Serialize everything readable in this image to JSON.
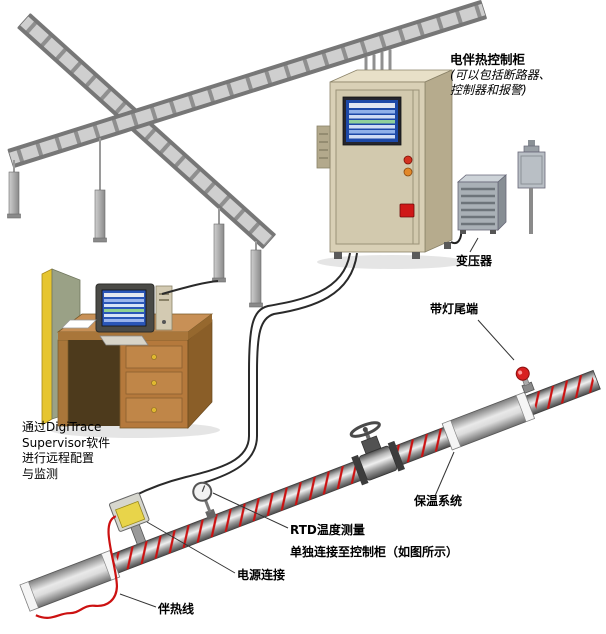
{
  "labels": {
    "cabinet_title": "电伴热控制柜",
    "cabinet_note_line1": "(可以包括断路器、",
    "cabinet_note_line2": "控制器和报警)",
    "transformer": "变压器",
    "lighted_end_seal": "带灯尾端",
    "software_line1": "通过DigiTrace",
    "software_line2": "Supervisor软件",
    "software_line3": "进行远程配置",
    "software_line4": "与监测",
    "insulation_system": "保温系统",
    "rtd_measurement": "RTD温度测量",
    "rtd_note": "单独连接至控制柜（如图所示）",
    "power_connection": "电源连接",
    "heat_trace_cable": "伴热线"
  },
  "colors": {
    "heat_trace": "#cc1111",
    "cabinet_body": "#d9d0b6",
    "desk_wood": "#b5793c",
    "wall_accent": "#e6c52f",
    "screen_blue": "#1d49a8",
    "indicator_red": "#d43220",
    "indicator_amber": "#e2882a",
    "pipe_metal": "#9a9a9a"
  }
}
